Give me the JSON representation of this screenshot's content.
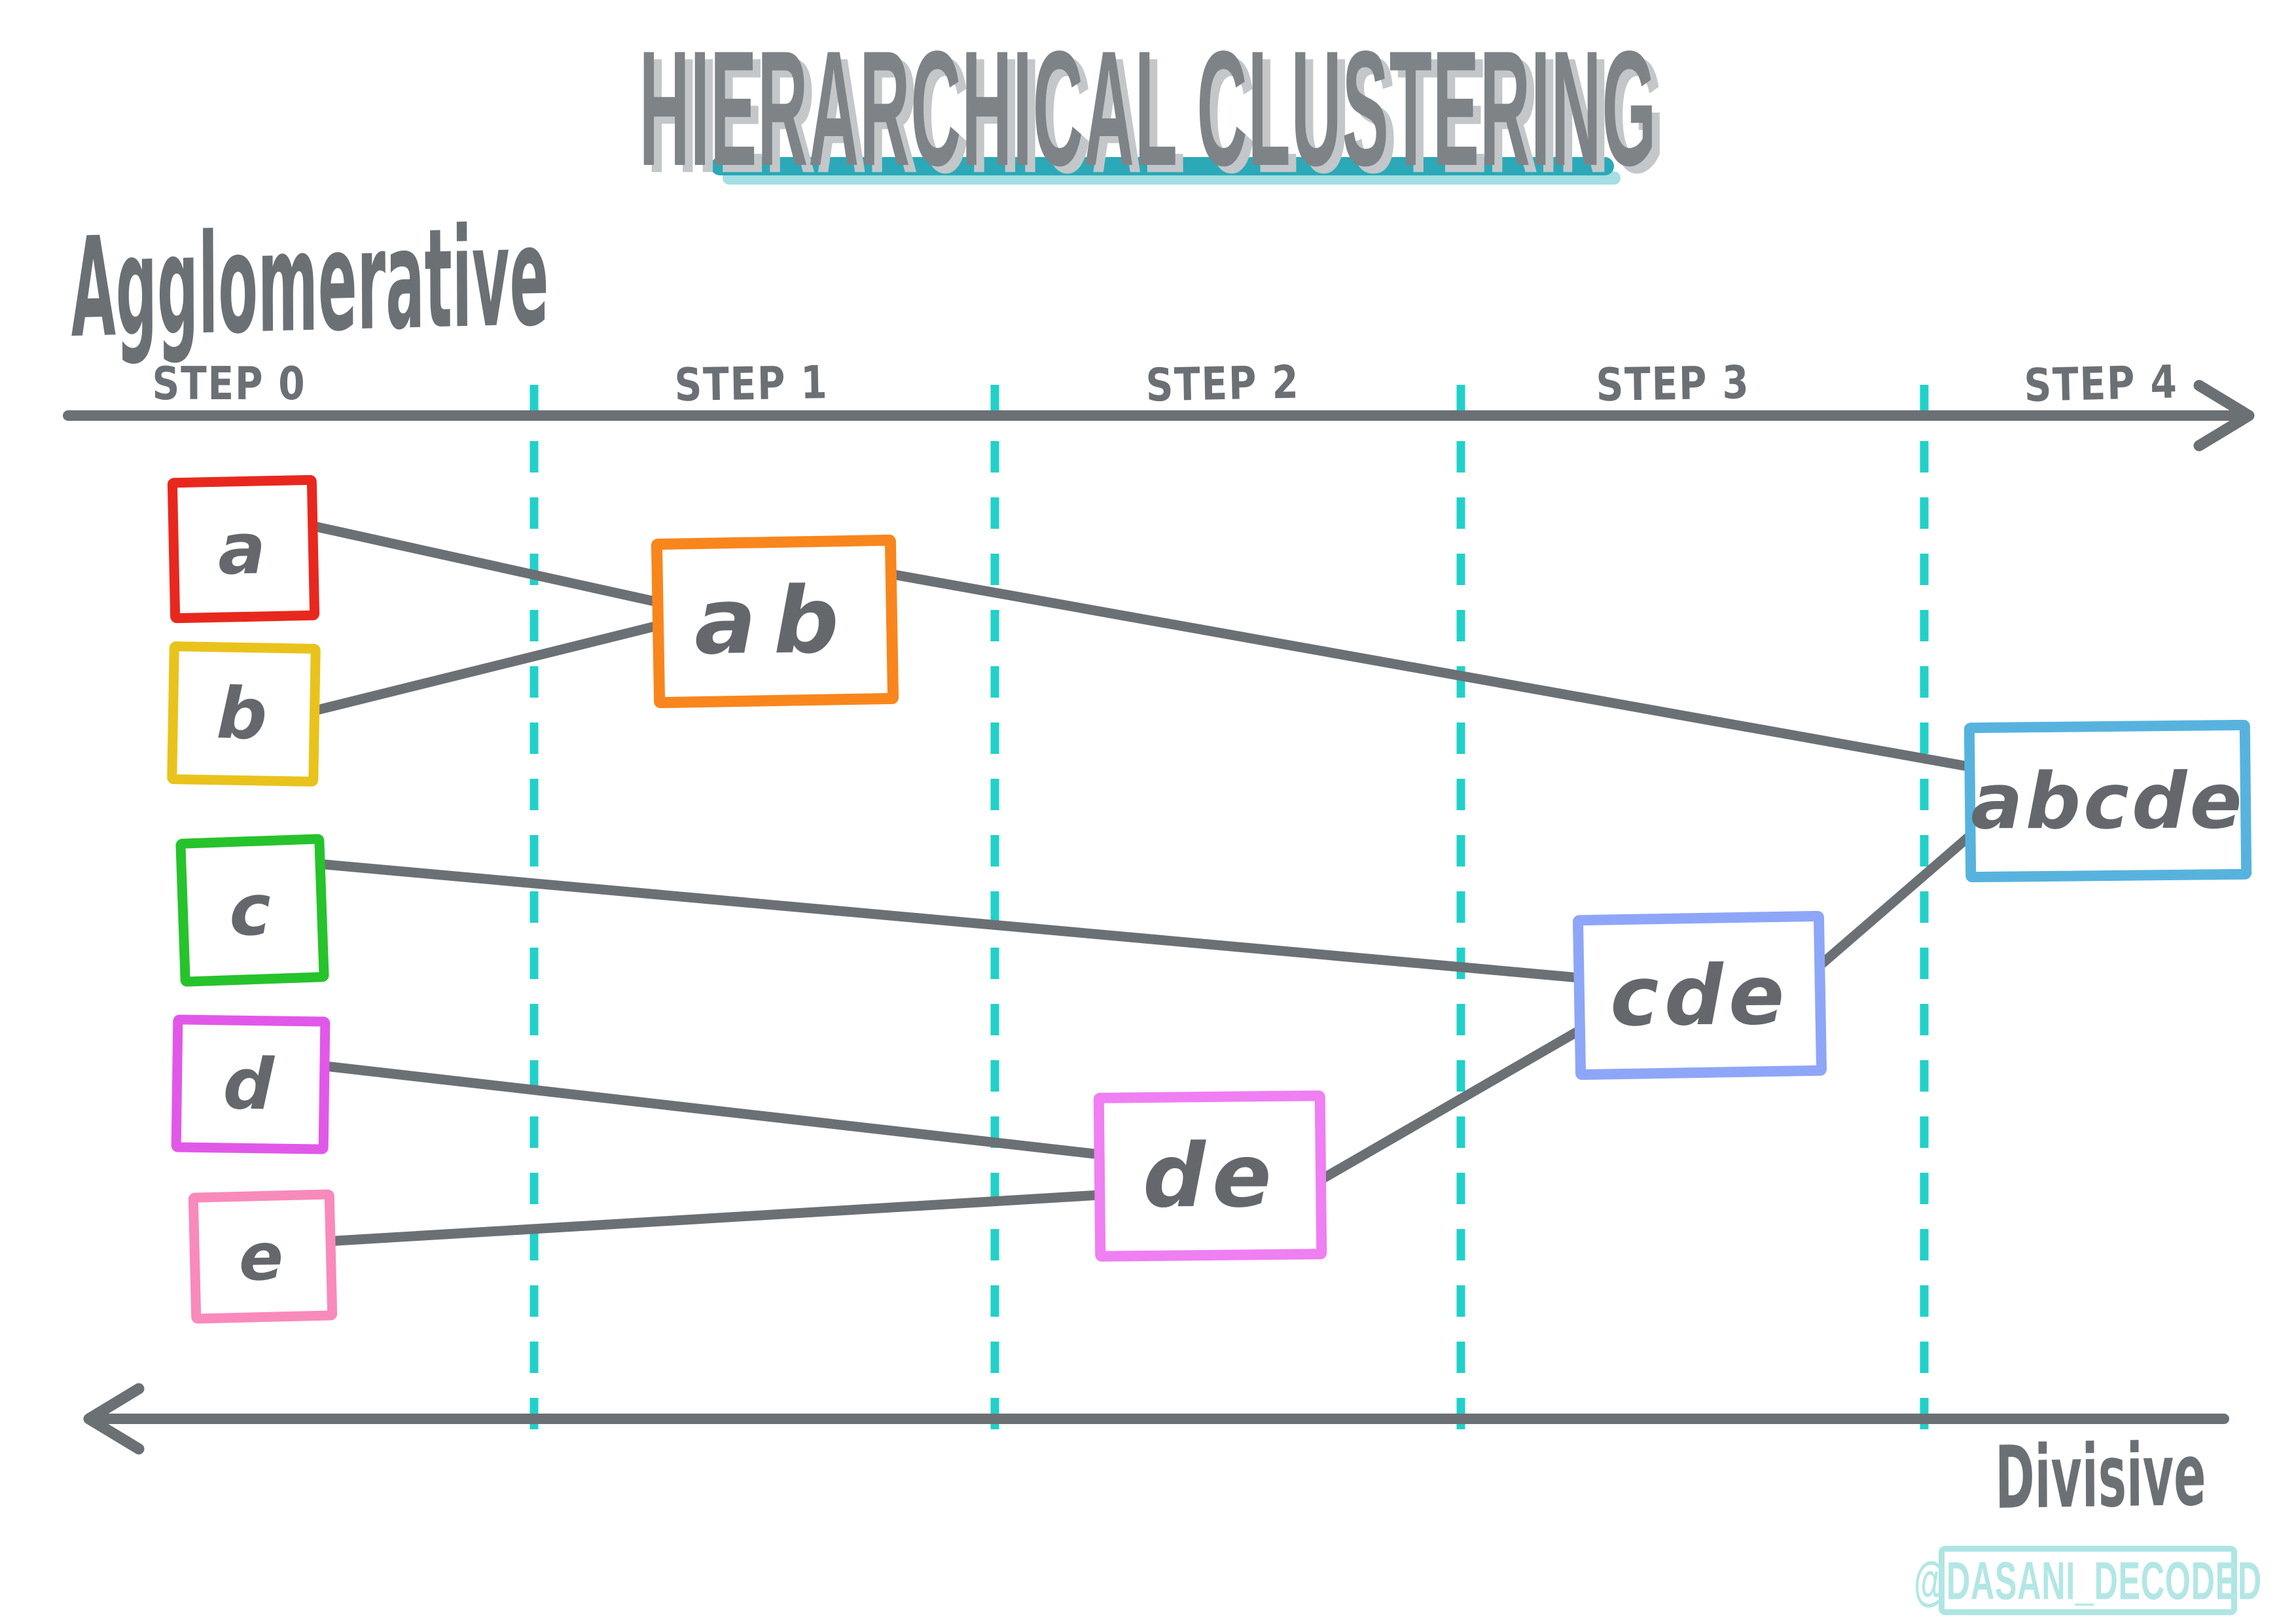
{
  "page": {
    "background": "#ffffff",
    "ink_color": "#6b7075",
    "title_color": "#7e8387",
    "underline_color": "#2ba9b8",
    "divider_color": "#21d1c9"
  },
  "title": {
    "text": "HIERARCHICAL CLUSTERING"
  },
  "methods": {
    "agglomerative": "Agglomerative",
    "divisive": "Divisive"
  },
  "timeline": {
    "steps": [
      {
        "label": "STEP 0"
      },
      {
        "label": "STEP 1"
      },
      {
        "label": "STEP 2"
      },
      {
        "label": "STEP 3"
      },
      {
        "label": "STEP 4"
      }
    ]
  },
  "clusters": [
    {
      "id": "a",
      "label": "a",
      "color": "#e8281e",
      "step": 0,
      "merged_from": []
    },
    {
      "id": "b",
      "label": "b",
      "color": "#e9c31c",
      "step": 0,
      "merged_from": []
    },
    {
      "id": "c",
      "label": "c",
      "color": "#26c32c",
      "step": 0,
      "merged_from": []
    },
    {
      "id": "d",
      "label": "d",
      "color": "#e158e8",
      "step": 0,
      "merged_from": []
    },
    {
      "id": "e",
      "label": "e",
      "color": "#f98abc",
      "step": 0,
      "merged_from": []
    },
    {
      "id": "ab",
      "label": "ab",
      "color": "#f8861d",
      "step": 1,
      "merged_from": [
        "a",
        "b"
      ]
    },
    {
      "id": "de",
      "label": "de",
      "color": "#ef7ff2",
      "step": 2,
      "merged_from": [
        "d",
        "e"
      ]
    },
    {
      "id": "cde",
      "label": "cde",
      "color": "#8ea6f7",
      "step": 3,
      "merged_from": [
        "c",
        "de"
      ]
    },
    {
      "id": "abcde",
      "label": "abcde",
      "color": "#57b3de",
      "step": 4,
      "merged_from": [
        "ab",
        "cde"
      ]
    }
  ],
  "watermark": {
    "text": "@DASANI_DECODED",
    "color": "#b2e7e5"
  }
}
